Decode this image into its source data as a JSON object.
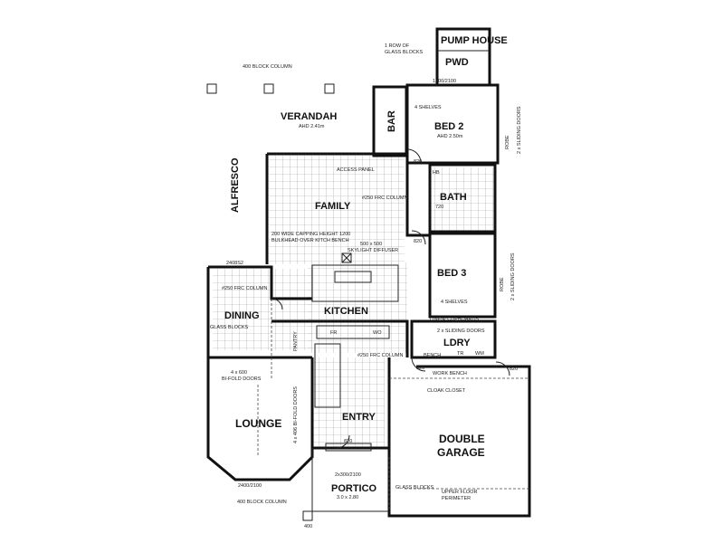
{
  "rooms": {
    "pump_house": "PUMP HOUSE",
    "pwd": "PWD",
    "verandah": "VERANDAH",
    "bar": "BAR",
    "bed2": "BED 2",
    "alfresco": "ALFRESCO",
    "family": "FAMILY",
    "bath": "BATH",
    "bed3": "BED 3",
    "dining": "DINING",
    "kitchen": "KITCHEN",
    "ldry": "LDRY",
    "lounge": "LOUNGE",
    "entry": "ENTRY",
    "double_garage_1": "DOUBLE",
    "double_garage_2": "GARAGE",
    "portico": "PORTICO"
  },
  "notes": {
    "block_column_top": "400 BLOCK COLUMN",
    "glass_blocks_top_1": "1 ROW OF",
    "glass_blocks_top_2": "GLASS BLOCKS",
    "verandah_ahd": "AHD 2.41m",
    "bed2_ahd": "AHD 2.50m",
    "four_shelves_bed2": "4 SHELVES",
    "robe_bed2": "ROBE",
    "sliding_doors_bed2": "2 x SLIDING DOORS",
    "access_panel": "ACCESS PANEL",
    "frc_column_family": "#250 FRC COLUMN",
    "capping_note": "200 WIDE CAPPING HEIGHT 1200",
    "bulkhead_note": "BULKHEAD OVER KITCH BENCH",
    "skylight_size": "500 x 500",
    "skylight": "SKYLIGHT DIFFUSER",
    "frc_column_dining": "#250 FRC COLUMN",
    "glass_blocks_dining": "GLASS BLOCKS",
    "robe_bed3": "ROBE",
    "sliding_doors_bed3": "2 x SLIDING DOORS",
    "four_shelves_bed3": "4 SHELVES",
    "linen": "LINEN/ CUPBOARDS",
    "sliding_doors_ldry": "2 x SLIDING DOORS",
    "frc_column_entry": "#250 FRC COLUMN",
    "pantry": "PANTRY",
    "bifold_lounge_1": "4 x 600",
    "bifold_lounge_2": "BI-FOLD DOORS",
    "bifold_entry": "4 x 406 BI-FOLD DOORS",
    "work_bench": "WORK BENCH",
    "bench": "BENCH",
    "cloak_closet": "CLOAK CLOSET",
    "glass_blocks_portico": "GLASS BLOCKS",
    "upper_floor_1": "UPPER FLOOR",
    "upper_floor_2": "PERIMETER",
    "portico_size": "3.0 x 2.80",
    "block_column_bottom": "400 BLOCK COLUMN",
    "window_portico": "2x300/2100",
    "window_lounge": "2400/2100",
    "dim_400": "400",
    "fr": "FR",
    "wo": "WO",
    "wm": "WM",
    "tr": "TR",
    "hb": "HB",
    "dim_820_a": "820",
    "dim_820_b": "820",
    "dim_820_c": "820",
    "dim_820_d": "820",
    "dim_820_e": "820",
    "dim_720": "720",
    "dim_2408": "2408S2",
    "dim_1200": "1200/2100"
  },
  "colors": {
    "line": "#111111",
    "tile": "#9a9a9a",
    "paper": "#ffffff"
  }
}
